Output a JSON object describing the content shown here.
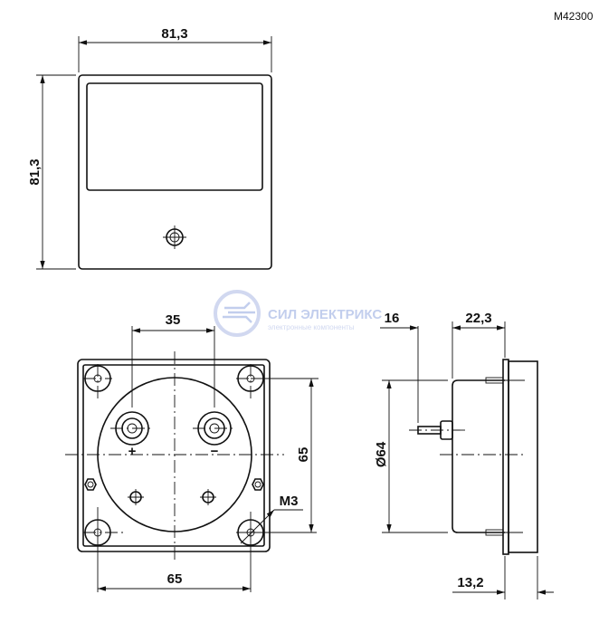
{
  "model": "M42300",
  "watermark": {
    "brand": "СИЛ ЭЛЕКТРИКС",
    "tagline": "электронные компоненты",
    "color": "#b8c6ea"
  },
  "front_view": {
    "width_label": "81,3",
    "height_label": "81,3"
  },
  "rear_view": {
    "terminal_spacing_label": "35",
    "mount_vertical_label": "65",
    "mount_horizontal_label": "65",
    "thread_label": "M3",
    "plus_label": "+",
    "minus_label": "−"
  },
  "side_view": {
    "terminal_length_label": "16",
    "depth_label": "22,3",
    "diameter_label": "Ø64",
    "bezel_label": "13,2"
  }
}
